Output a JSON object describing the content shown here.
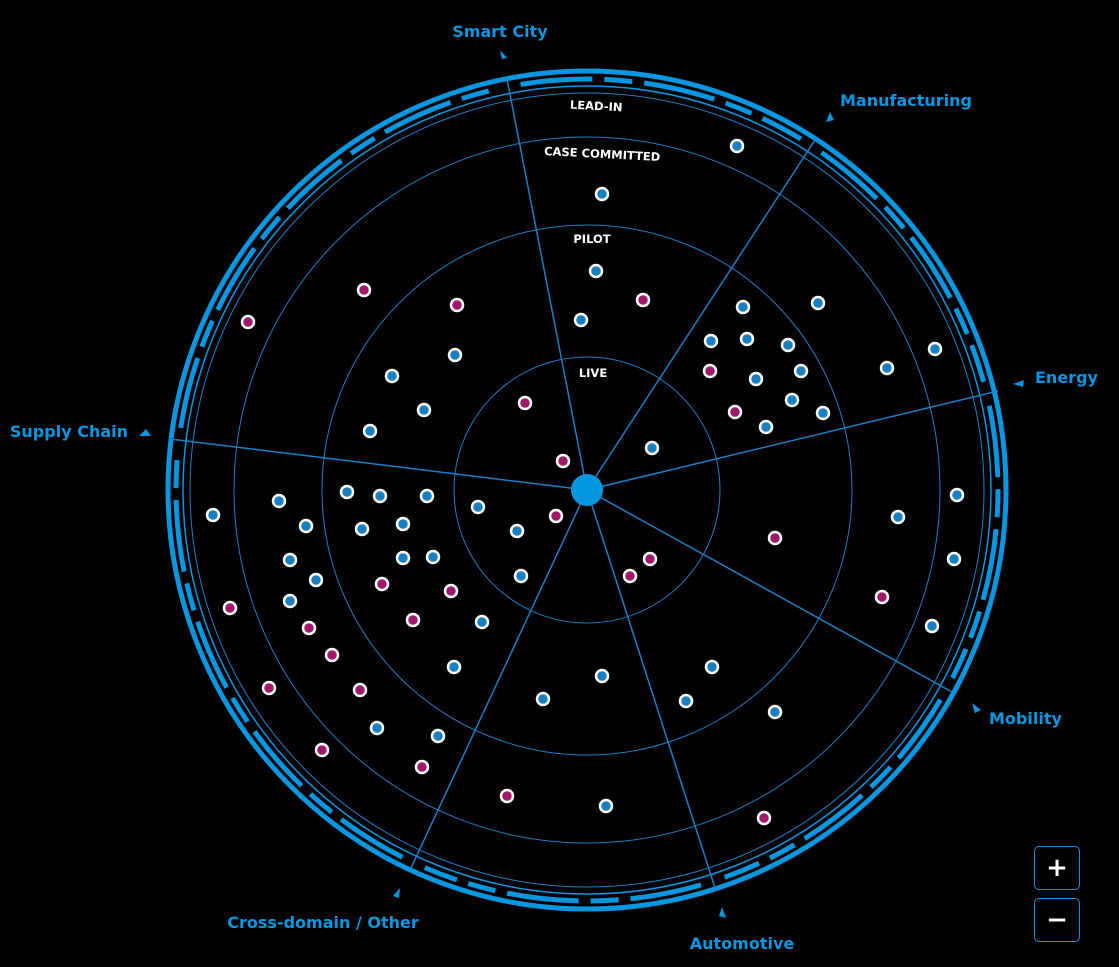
{
  "colors": {
    "accent": "#0796e0",
    "line": "#1b7fc4",
    "dot_blue": "#1a7fc1",
    "dot_magenta": "#a01868",
    "background": "#000000"
  },
  "rings": [
    "LIVE",
    "PILOT",
    "CASE COMMITTED",
    "LEAD-IN"
  ],
  "sectors": [
    {
      "label": "Smart City"
    },
    {
      "label": "Manufacturing"
    },
    {
      "label": "Energy"
    },
    {
      "label": "Mobility"
    },
    {
      "label": "Automotive"
    },
    {
      "label": "Cross-domain / Other"
    },
    {
      "label": "Supply Chain"
    }
  ],
  "zoom": {
    "in_label": "+",
    "out_label": "−"
  }
}
